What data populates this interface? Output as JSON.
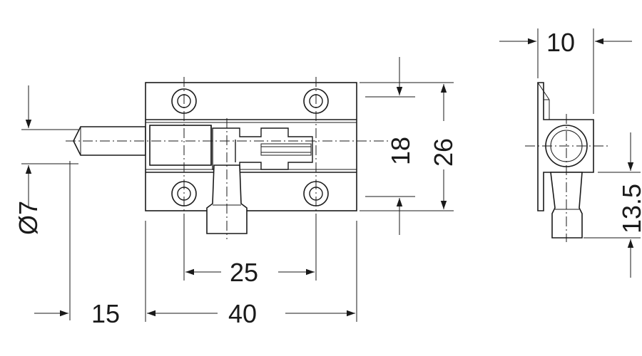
{
  "diagram": {
    "dimensions": {
      "diameter": "Ø7",
      "pin_length": "15",
      "body_length": "40",
      "hole_spacing": "25",
      "inner_height": "18",
      "body_height": "26",
      "depth": "10",
      "handle_height": "13.5"
    }
  }
}
